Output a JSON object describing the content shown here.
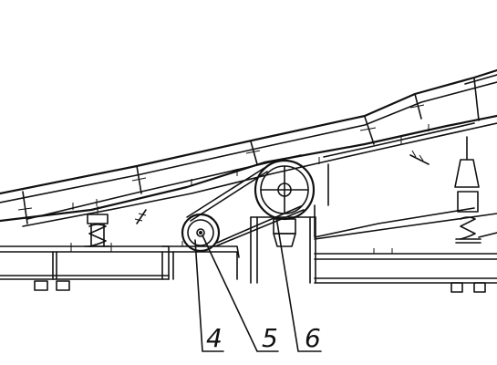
{
  "callouts": [
    {
      "id": "callout-4",
      "label": "4"
    },
    {
      "id": "callout-5",
      "label": "5"
    },
    {
      "id": "callout-6",
      "label": "6"
    }
  ]
}
